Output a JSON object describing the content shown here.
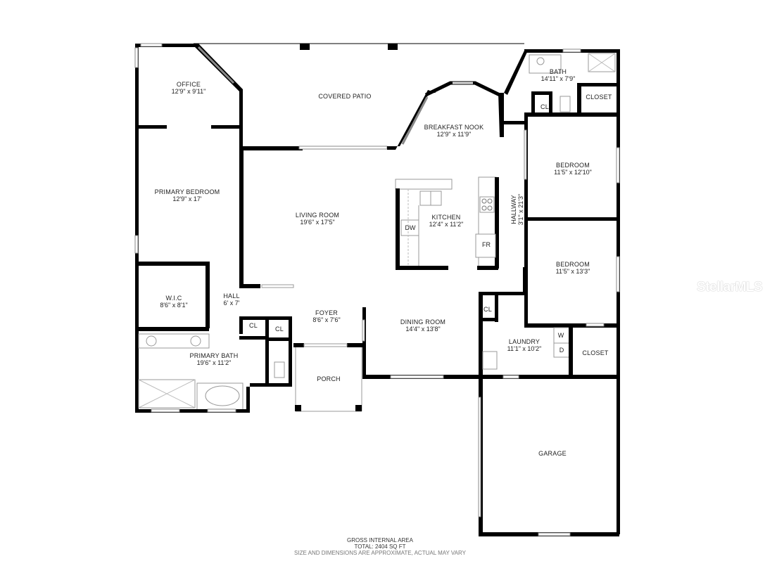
{
  "rooms": {
    "office": {
      "name": "OFFICE",
      "dims": "12'9\" x 9'11\""
    },
    "covered_patio": {
      "name": "COVERED PATIO"
    },
    "breakfast_nook": {
      "name": "BREAKFAST NOOK",
      "dims": "12'9\" x 11'9\""
    },
    "bath": {
      "name": "BATH",
      "dims": "14'11\" x 7'9\""
    },
    "closet_top": {
      "name": "CLOSET"
    },
    "cl_bath": {
      "name": "CL"
    },
    "primary_bedroom": {
      "name": "PRIMARY BEDROOM",
      "dims": "12'9\" x 17'"
    },
    "living_room": {
      "name": "LIVING ROOM",
      "dims": "19'6\" x 17'5\""
    },
    "kitchen": {
      "name": "KITCHEN",
      "dims": "12'4\" x 11'2\""
    },
    "hallway": {
      "name": "HALLWAY",
      "dims": "3'1\" x 21'3\""
    },
    "bedroom_1": {
      "name": "BEDROOM",
      "dims": "11'5\" x 12'10\""
    },
    "bedroom_2": {
      "name": "BEDROOM",
      "dims": "11'5\" x 13'3\""
    },
    "wic": {
      "name": "W.I.C",
      "dims": "8'6\" x 8'1\""
    },
    "hall": {
      "name": "HALL",
      "dims": "6' x 7'"
    },
    "cl_hall_1": {
      "name": "CL"
    },
    "cl_hall_2": {
      "name": "CL"
    },
    "primary_bath": {
      "name": "PRIMARY BATH",
      "dims": "19'6\" x 11'2\""
    },
    "foyer": {
      "name": "FOYER",
      "dims": "8'6\" x 7'6\""
    },
    "porch": {
      "name": "PORCH"
    },
    "dining_room": {
      "name": "DINING ROOM",
      "dims": "14'4\" x 13'8\""
    },
    "cl_laundry": {
      "name": "CL"
    },
    "laundry": {
      "name": "LAUNDRY",
      "dims": "11'1\" x 10'2\""
    },
    "closet_laundry": {
      "name": "CLOSET"
    },
    "garage": {
      "name": "GARAGE"
    }
  },
  "fixtures": {
    "dishwasher": "DW",
    "fridge": "FR",
    "washer": "W",
    "dryer": "D"
  },
  "footer": {
    "line1": "GROSS INTERNAL AREA",
    "line2": "TOTAL: 2404 SQ FT",
    "line3": "SIZE AND DIMENSIONS ARE APPROXIMATE, ACTUAL MAY VARY"
  },
  "watermark": "StellarMLS"
}
